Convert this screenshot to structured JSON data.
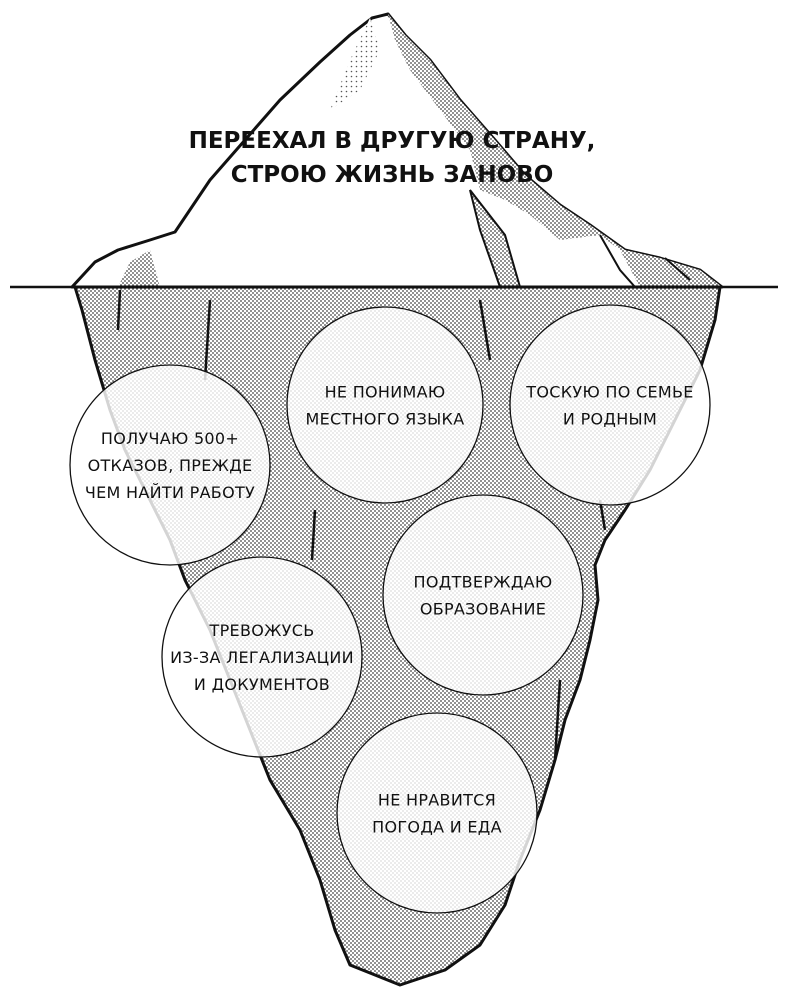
{
  "title": {
    "line1": "ПЕРЕЕХАЛ В ДРУГУЮ СТРАНУ,",
    "line2": "СТРОЮ ЖИЗНЬ ЗАНОВО"
  },
  "bubbles": [
    {
      "lines": [
        "ПОЛУЧАЮ 500+",
        "ОТКАЗОВ, ПРЕЖДЕ",
        "ЧЕМ НАЙТИ РАБОТУ"
      ]
    },
    {
      "lines": [
        "НЕ ПОНИМАЮ",
        "МЕСТНОГО ЯЗЫКА"
      ]
    },
    {
      "lines": [
        "ТОСКУЮ ПО СЕМЬЕ",
        "И РОДНЫМ"
      ]
    },
    {
      "lines": [
        "ПОДТВЕРЖДАЮ",
        "ОБРАЗОВАНИЕ"
      ]
    },
    {
      "lines": [
        "ТРЕВОЖУСЬ",
        "ИЗ-ЗА ЛЕГАЛИЗАЦИИ",
        "И ДОКУМЕНТОВ"
      ]
    },
    {
      "lines": [
        "НЕ НРАВИТСЯ",
        "ПОГОДА И ЕДА"
      ]
    }
  ],
  "colors": {
    "ink": "#111111",
    "paper": "#ffffff",
    "dots": "#555555"
  }
}
